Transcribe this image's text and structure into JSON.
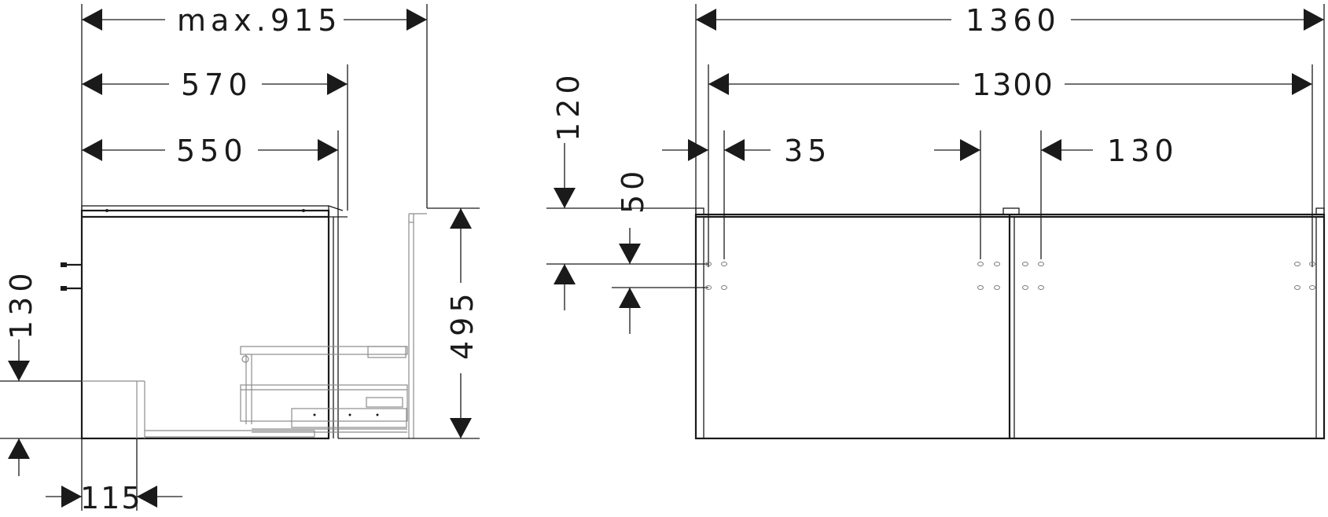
{
  "dimensions": {
    "max_depth": "max.915",
    "depth_570": "570",
    "depth_550": "550",
    "height_130": "130",
    "offset_115": "115",
    "height_495": "495",
    "width_1360": "1360",
    "width_1300": "1300",
    "offset_120": "120",
    "offset_50": "50",
    "offset_35": "35",
    "offset_130": "130"
  },
  "colors": {
    "line": "#1a1a1a",
    "secondary_line": "#8c8c8c",
    "background": "#ffffff"
  }
}
